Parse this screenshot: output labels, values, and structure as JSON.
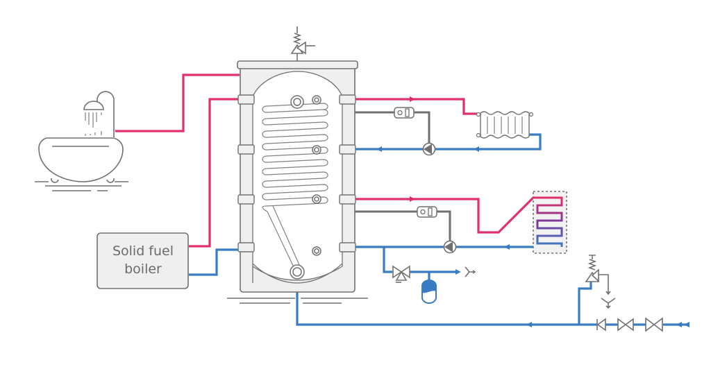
{
  "diagram": {
    "title": "",
    "colors": {
      "hot_water": "#e0306a",
      "cold_water": "#3a7cc4",
      "control_line": "#707070",
      "outline": "#707070",
      "tank_fill": "#efefef"
    },
    "components": {
      "boiler": {
        "label_line1": "Solid fuel",
        "label_line2": "boiler"
      },
      "tank": {
        "name": "storage-tank-with-coil"
      },
      "bath": {
        "name": "bathtub-with-shower"
      },
      "radiator": {
        "name": "radiator"
      },
      "floor_heating": {
        "name": "underfloor-heating-loop"
      },
      "pumps": [
        "radiator-circuit-pump",
        "floor-heating-circuit-pump"
      ],
      "controllers": [
        "radiator-thermostat",
        "floor-heating-thermostat"
      ],
      "valves": [
        "safety-valve-tank",
        "safety-valve-inlet",
        "mixing-valve",
        "check-valve",
        "shutoff-valve-1",
        "shutoff-valve-2"
      ],
      "expansion_vessel": {
        "name": "expansion-vessel"
      }
    }
  }
}
